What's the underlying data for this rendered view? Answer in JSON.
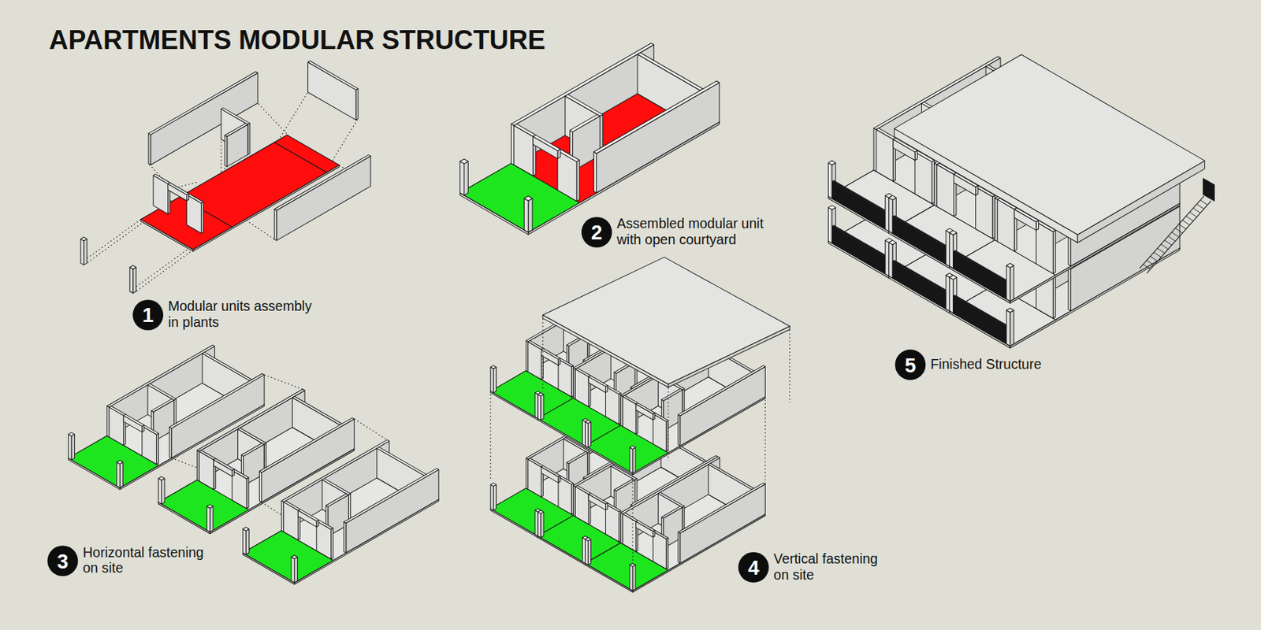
{
  "diagram": {
    "title": "APARTMENTS MODULAR STRUCTURE",
    "nodes": [
      {
        "text": [
          "1",
          "Modular units assembly in plants"
        ]
      },
      {
        "text": [
          "2",
          "Assembled modular unit with open courtyard"
        ]
      },
      {
        "text": [
          "3",
          "Horizontal fastening on site"
        ]
      },
      {
        "text": [
          "4",
          "Vertical fastening on site"
        ]
      },
      {
        "text": [
          "5",
          "Finished Structure"
        ]
      }
    ]
  }
}
